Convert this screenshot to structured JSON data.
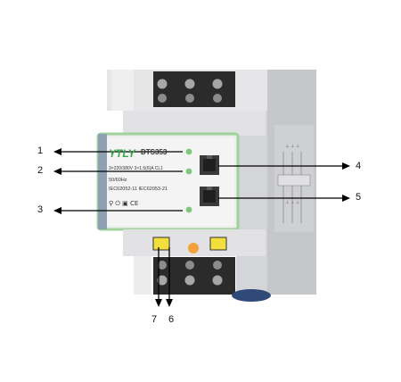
{
  "device": {
    "brand": "YTLY",
    "model": "DTS353",
    "spec_line": "3×220/380V  3×1.5(6)A  CL1",
    "frequency": "50/60Hz",
    "standards": "IEC62052-11 IEC62053-21",
    "symbols": "⚲ ⏻ ▣ CE"
  },
  "callouts": {
    "c1": "1",
    "c2": "2",
    "c3": "3",
    "c4": "4",
    "c5": "5",
    "c6": "6",
    "c7": "7"
  },
  "colors": {
    "body": "#d9d9db",
    "body_dark": "#b9babd",
    "terminal_black": "#2a2a2a",
    "screw": "#9a9a9a",
    "led_green": "#7fc77a",
    "panel_border": "#9fd39a",
    "orange_knob": "#f3a23a",
    "yellow_tab": "#f2df3b",
    "arrow": "#000000"
  }
}
